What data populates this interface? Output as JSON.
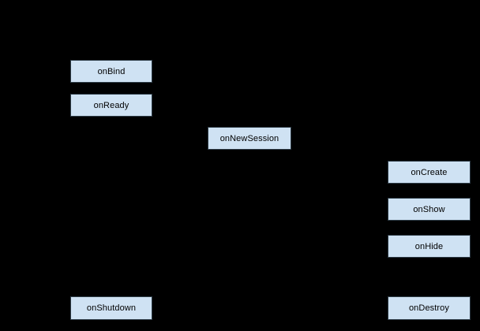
{
  "diagram": {
    "type": "lifecycle-flowchart",
    "background_color": "#000000",
    "node_fill_color": "#cfe2f3",
    "node_border_color": "#2e3c47",
    "node_text_color": "#000000",
    "nodes": [
      {
        "id": "onBind",
        "label": "onBind"
      },
      {
        "id": "onReady",
        "label": "onReady"
      },
      {
        "id": "onNewSession",
        "label": "onNewSession"
      },
      {
        "id": "onCreate",
        "label": "onCreate"
      },
      {
        "id": "onShow",
        "label": "onShow"
      },
      {
        "id": "onHide",
        "label": "onHide"
      },
      {
        "id": "onShutdown",
        "label": "onShutdown"
      },
      {
        "id": "onDestroy",
        "label": "onDestroy"
      }
    ]
  }
}
